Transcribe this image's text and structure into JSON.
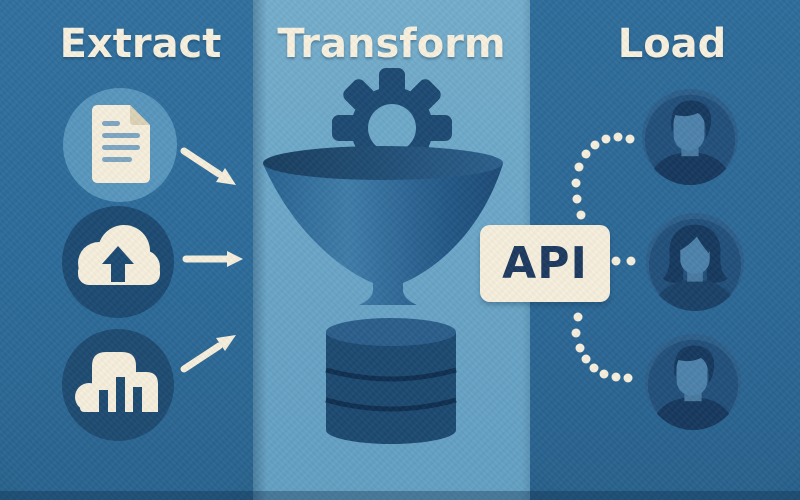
{
  "columns": {
    "extract": {
      "label": "Extract"
    },
    "transform": {
      "label": "Transform"
    },
    "load": {
      "label": "Load"
    }
  },
  "api": {
    "label": "API"
  },
  "colors": {
    "side_column_bg": "#2d6b99",
    "middle_column_bg": "#6aa5c7",
    "cream": "#f6efdc",
    "navy_icon": "#1d4973",
    "icon_circle_light": "#5896bd",
    "icon_circle_dark": "#1c4a72",
    "database_body": "#1c4971",
    "avatar_face": "#4d82ab",
    "avatar_hair": "#15395e",
    "api_text": "#1d3a60"
  },
  "icons": {
    "extract_sources": [
      "document-icon",
      "cloud-upload-icon",
      "bar-chart-building-icon"
    ],
    "extract_arrows": [
      "arrow-down-right-icon",
      "arrow-right-icon",
      "arrow-up-right-icon"
    ],
    "transform_elements": [
      "gear-icon",
      "funnel-icon",
      "database-icon"
    ],
    "load_targets": [
      "user-avatar-male",
      "user-avatar-female",
      "user-avatar-male"
    ],
    "load_connectors": [
      "dotted-curve-top",
      "dotted-line-middle",
      "dotted-curve-bottom"
    ]
  }
}
